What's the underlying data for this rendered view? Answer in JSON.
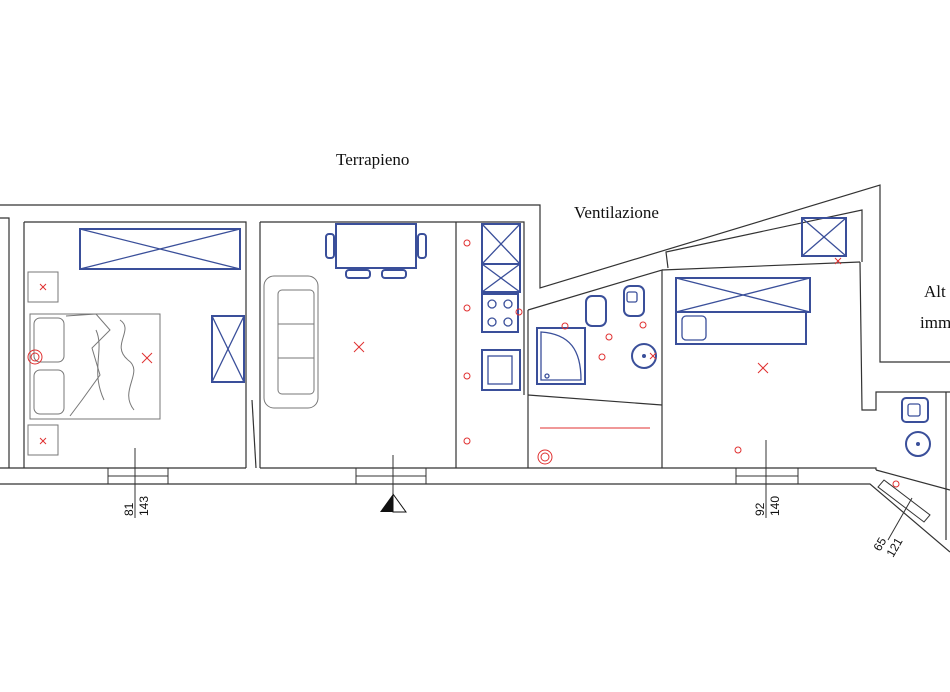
{
  "labels": {
    "terrapieno": "Terrapieno",
    "ventilazione": "Ventilazione",
    "alt": "Alt",
    "imm": "imm"
  },
  "dimensions": {
    "d1_top": "81",
    "d1_bottom": "143",
    "d2_top": "92",
    "d2_bottom": "140",
    "d3_top": "65",
    "d3_bottom": "121"
  },
  "colors": {
    "walls": "#333333",
    "furniture": "#3a4f9a",
    "fixtures": "#e03030",
    "sketch": "#777777"
  },
  "icons": [
    "north-arrow-icon",
    "light-point-icon",
    "socket-icon"
  ]
}
